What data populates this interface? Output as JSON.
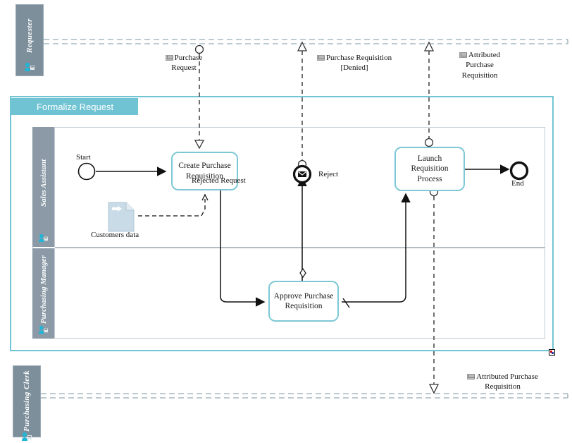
{
  "diagram": {
    "type": "bpmn-collaboration-diagram",
    "colors": {
      "pool_accent": "#6fc3d2",
      "task_border": "#7ec8d6",
      "lane_header": "#8b9aa6",
      "external_lane_header": "#7d8f9b",
      "lane_border": "#c3cdd4",
      "flow": "#111111",
      "data_object_fill": "#c9dbe6"
    }
  },
  "external_lanes": [
    {
      "id": "requester",
      "label": "Requester",
      "icon": "participant-icon"
    },
    {
      "id": "purchasing-clerk",
      "label": "Purchasing Clerk",
      "icon": "participant-icon"
    }
  ],
  "pool": {
    "title": "Formalize Request",
    "lanes": [
      {
        "id": "sales-assistant",
        "label": "Sales Assistant",
        "icon": "participant-icon"
      },
      {
        "id": "purchasing-manager",
        "label": "Purchasing Manager",
        "icon": "participant-icon"
      }
    ]
  },
  "events": [
    {
      "id": "start",
      "label": "Start",
      "kind": "start-event"
    },
    {
      "id": "end",
      "label": "End",
      "kind": "end-event"
    },
    {
      "id": "reject",
      "label": "Reject",
      "kind": "message-end-event"
    }
  ],
  "tasks": [
    {
      "id": "create-purchase-requisition",
      "label": "Create Purchase Requisition"
    },
    {
      "id": "approve-purchase-requisition",
      "label": "Approve Purchase Requisition"
    },
    {
      "id": "launch-requisition-process",
      "label": "Launch Requisition Process"
    }
  ],
  "annotations": [
    {
      "id": "rejected-request",
      "label": "Rejected Request"
    }
  ],
  "data_objects": [
    {
      "id": "customers-data",
      "label": "Customers data",
      "icon": "data-input-icon"
    }
  ],
  "message_flows": [
    {
      "id": "purchase-request",
      "label": "Purchase Request",
      "icon": "message-icon",
      "direction": "down"
    },
    {
      "id": "purchase-requisition-denied",
      "label": "Purchase Requisition [Denied]",
      "icon": "message-icon",
      "direction": "up"
    },
    {
      "id": "attributed-purchase-requisition-top",
      "label": "Attributed Purchase Requisition",
      "icon": "message-icon",
      "direction": "up"
    },
    {
      "id": "attributed-purchase-requisition-bottom",
      "label": "Attributed Purchase Requisition",
      "icon": "message-icon",
      "direction": "down"
    }
  ],
  "handles": [
    {
      "id": "resize-handle",
      "label": ""
    }
  ]
}
